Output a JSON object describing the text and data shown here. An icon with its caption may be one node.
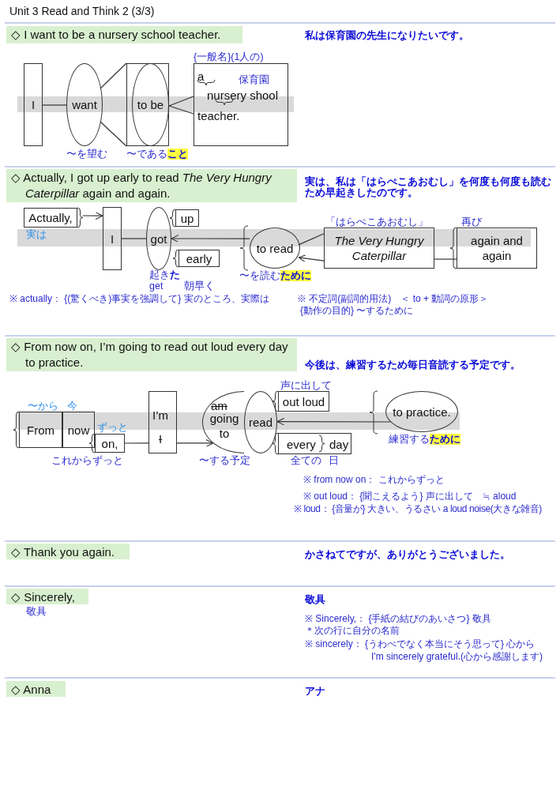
{
  "diagram": {
    "title": "Unit 3 Read and Think 2 (3/3)",
    "nodes": [
      {
        "text": [
          "◇ I want to be a nursery school teacher."
        ]
      },
      {
        "text": [
          "I"
        ]
      },
      {
        "text": [
          "want"
        ]
      },
      {
        "text": [],
        "shape": "box"
      },
      {
        "text": [
          "to be"
        ],
        "in": 3
      },
      {
        "text": [
          "a",
          "nursery shool",
          "teacher."
        ]
      },
      {
        "text": [
          "◇ Actually, I got up early to read *The Very Hungry Caterpillar* again and again."
        ]
      },
      {
        "text": [
          "Actually,"
        ]
      },
      {
        "text": [
          "I"
        ]
      },
      {
        "text": [
          "got"
        ]
      },
      {
        "text": [
          "up"
        ]
      },
      {
        "text": [
          "early"
        ]
      },
      {
        "text": [
          "to read"
        ]
      },
      {
        "text": [
          "The Very Hungry Caterpillar"
        ]
      },
      {
        "text": [
          "again and again"
        ]
      },
      {
        "text": [
          "◇ From now on, I’m going to read out loud every day to practice."
        ]
      },
      {
        "text": [
          "From"
        ]
      },
      {
        "text": [
          "now"
        ]
      },
      {
        "text": [
          "on,"
        ]
      },
      {
        "text": [
          "I’m",
          "I"
        ]
      },
      {
        "text": [
          "am",
          "going to"
        ]
      },
      {
        "text": [
          "read"
        ]
      },
      {
        "text": [
          "out loud"
        ]
      },
      {
        "text": [
          "every",
          "day"
        ]
      },
      {
        "text": [
          "to practice."
        ]
      },
      {
        "text": [
          "◇ Thank you again."
        ]
      },
      {
        "text": [
          "◇ Sincerely,"
        ]
      },
      {
        "text": [
          "◇ Anna"
        ]
      }
    ],
    "edges": [
      {
        "from": 1,
        "to": 2,
        "arrow": "none"
      },
      {
        "from": 2,
        "to": 3,
        "arrow": "none"
      },
      {
        "from": 2,
        "to": 3,
        "arrow": "none"
      },
      {
        "from": 4,
        "to": 5,
        "arrow": "none"
      },
      {
        "from": 4,
        "to": 5,
        "arrow": "none"
      },
      {
        "from": 7,
        "to": 8,
        "arrow": "to"
      },
      {
        "from": 8,
        "to": 9,
        "arrow": "none"
      },
      {
        "from": 12,
        "to": 9,
        "arrow": "to"
      },
      {
        "from": 13,
        "to": 12,
        "arrow": "none"
      },
      {
        "from": 13,
        "to": 12,
        "arrow": "to"
      },
      {
        "from": 13,
        "to": 14,
        "arrow": "none"
      },
      {
        "from": 18,
        "to": 19,
        "arrow": "none"
      },
      {
        "from": 19,
        "to": 20,
        "arrow": "to"
      },
      {
        "from": 24,
        "to": 21,
        "arrow": "to"
      }
    ],
    "labels": [
      "私は保育園の先生になりたいです。",
      "{一般名}(1人の)",
      "保育園",
      "〜を望む",
      "〜である**こと**",
      "実は、私は「はらぺこあおむし」を何度も何度も読むため早起きしたのです。",
      "「はらぺこあおむし」",
      "再び",
      "実は",
      "起き**た**",
      "get",
      "朝早く",
      "〜を読む**ために**",
      "※ actually： {(驚くべき)事実を強調して} 実のところ、実際は",
      "※ 不定詞(副詞的用法)　＜ to + 動詞の原形＞",
      "{動作の目的} 〜するために",
      "今後は、練習するため毎日音読する予定です。",
      "声に出して",
      "〜から",
      "今",
      "ずっと",
      "これからずっと",
      "〜する予定",
      "全ての",
      "日",
      "練習する**ために**",
      "※ from now on： これからずっと",
      "※ out loud： {聞こえるよう} 声に出して　≒ aloud",
      "※ loud： {音量が} 大きい、うるさい a loud noise(大きな雑音)",
      "かさねてですが、ありがとうございました。",
      "敬具",
      "敬具",
      "※ Sincerely,： {手紙の結びのあいさつ} 敬具",
      "＊次の行に自分の名前",
      "※ sincerely： {うわべでなく本当にそう思って} 心から",
      "I'm sincerely grateful.(心から感謝します)",
      "アナ"
    ]
  }
}
